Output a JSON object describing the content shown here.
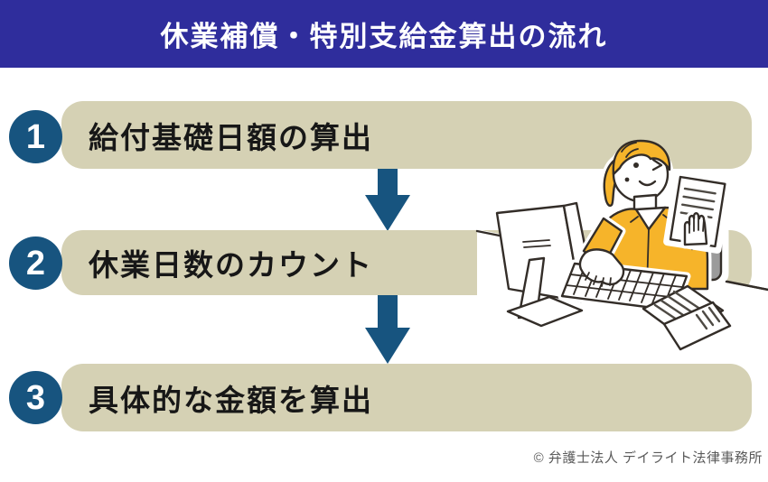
{
  "header": {
    "title": "休業補償・特別支給金算出の流れ"
  },
  "steps": [
    {
      "number": "1",
      "label": "給付基礎日額の算出"
    },
    {
      "number": "2",
      "label": "休業日数のカウント"
    },
    {
      "number": "3",
      "label": "具体的な金額を算出"
    }
  ],
  "footer": {
    "copyright": "© 弁護士法人 デイライト法律事務所"
  },
  "colors": {
    "header-bg": "#2f2d9c",
    "header-text": "#ffffff",
    "bar-bg": "#d5d1b4",
    "accent-blue": "#17547f",
    "bar-text": "#171717",
    "copyright-text": "#5a5a5a",
    "page-bg": "#ffffff",
    "ill-hair": "#f6b42a",
    "ill-chair": "#9b9b9b",
    "ill-outline": "#332d28",
    "ill-paperline": "#4e4a44"
  },
  "illustration": {
    "description": "woman in yellow jacket sitting at a desk with monitor and keyboard, holding up a document, papers on desk"
  }
}
